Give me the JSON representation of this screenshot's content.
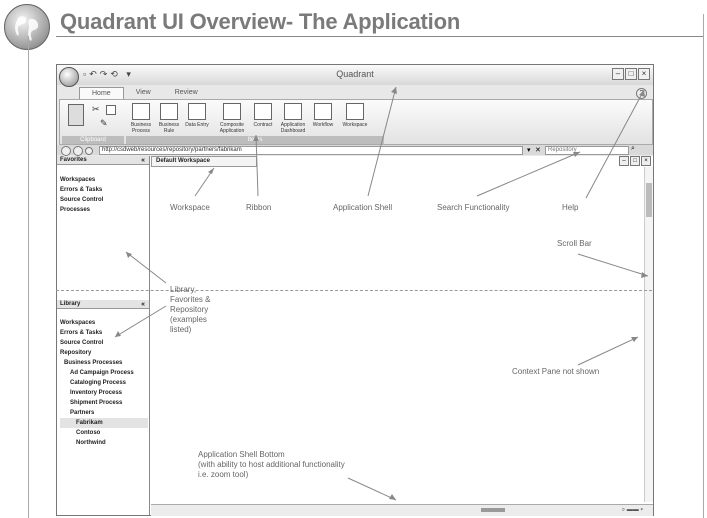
{
  "slide": {
    "title": "Quadrant UI Overview- The Application"
  },
  "app": {
    "window_title": "Quadrant",
    "tabs": [
      "Home",
      "View",
      "Review"
    ],
    "ribbon": {
      "clipboard_group": "Clipboard",
      "items_group": "Items",
      "buttons": [
        "Business Process",
        "Business Rule",
        "Data Entry",
        "Composite Application",
        "Contract",
        "Application Dashboard",
        "Workflow",
        "Workspace"
      ]
    },
    "address": "http://csdweb/resources/repository/partners/fabrikam",
    "search_placeholder": "Repository",
    "favorites": {
      "header": "Favorites",
      "items": [
        "Workspaces",
        "Errors & Tasks",
        "Source Control",
        "Processes"
      ]
    },
    "library": {
      "header": "Library",
      "items": [
        "Workspaces",
        "Errors & Tasks",
        "Source Control",
        "Repository",
        "Business Processes",
        "Ad Campaign Process",
        "Cataloging Process",
        "Inventory Process",
        "Shipment Process",
        "Partners",
        "Fabrikam",
        "Contoso",
        "Northwind"
      ]
    },
    "document_tab": "Default Workspace"
  },
  "callouts": {
    "workspace": "Workspace",
    "ribbon": "Ribbon",
    "application_shell": "Application Shell",
    "search": "Search Functionality",
    "help": "Help",
    "scroll_bar": "Scroll Bar",
    "library": [
      "Library,",
      "Favorites &",
      "Repository",
      "(examples",
      "listed)"
    ],
    "context_pane": "Context Pane not shown",
    "shell_bottom": [
      "Application Shell Bottom",
      "(with ability to host additional functionality",
      "i.e. zoom tool)"
    ]
  }
}
